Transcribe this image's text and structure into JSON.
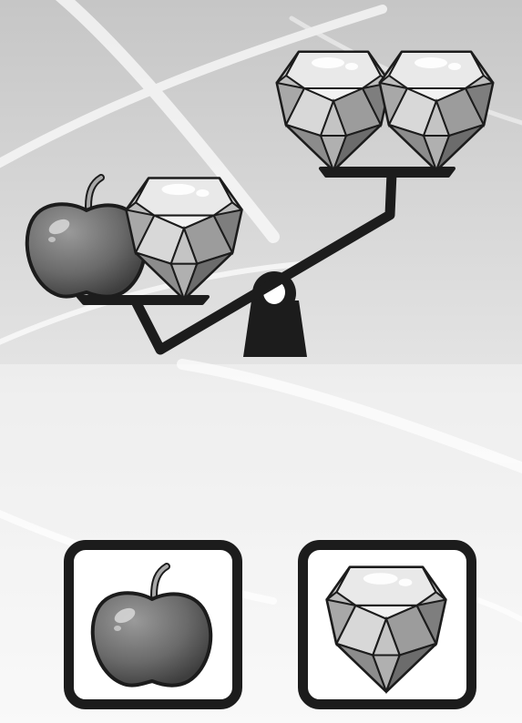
{
  "puzzle": {
    "type": "balance-scale",
    "left_pan": [
      "apple",
      "gem"
    ],
    "right_pan": [
      "gem",
      "gem"
    ],
    "tilt": "left-down"
  },
  "choices": [
    {
      "id": "apple",
      "icon": "apple-icon"
    },
    {
      "id": "gem",
      "icon": "gem-icon"
    }
  ],
  "colors": {
    "outline": "#1c1c1c",
    "background_top": "#c8c8c8",
    "background_bottom": "#f4f4f4",
    "apple_fill": "#6e6e6e",
    "gem_light": "#e6e6e6",
    "gem_dark": "#8a8a8a"
  }
}
